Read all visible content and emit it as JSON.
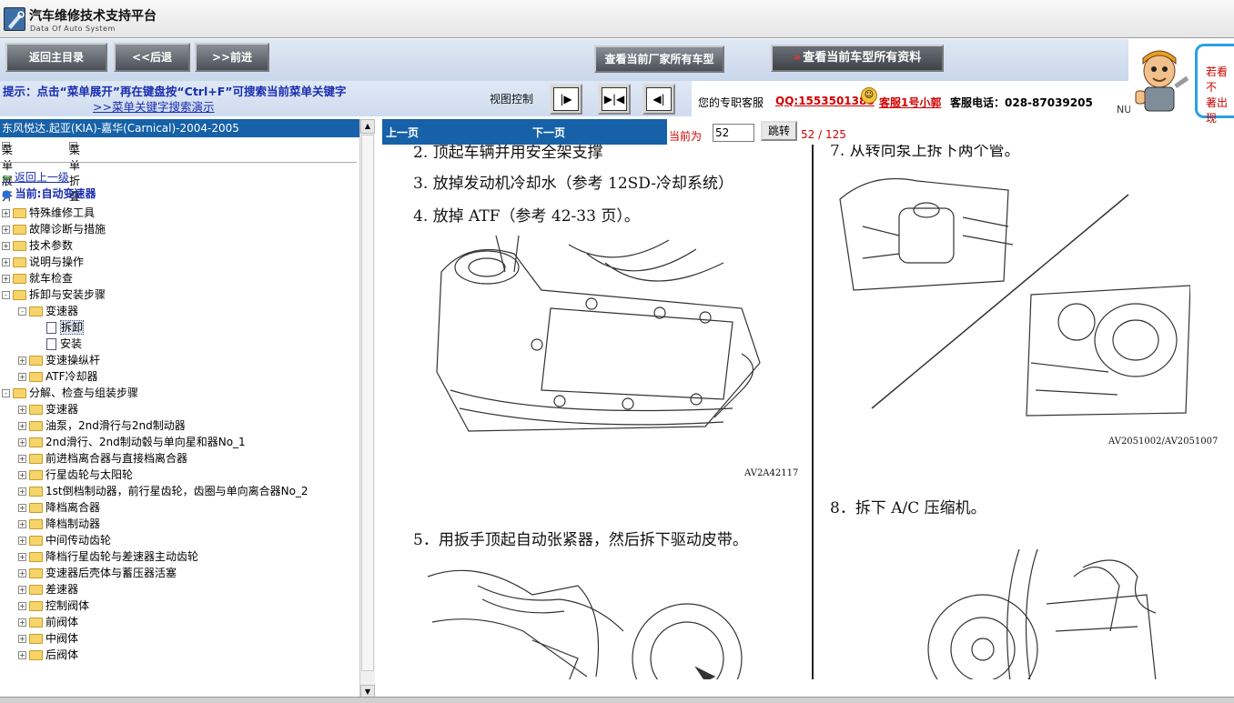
{
  "app": {
    "title": "汽车维修技术支持平台",
    "subtitle": "Data Of Auto System"
  },
  "toolbar": {
    "home": "返回主目录",
    "back": "<<后退",
    "forward": ">>前进",
    "all_models": "查看当前厂家所有车型",
    "all_docs": "查看当前车型所有资料",
    "all_docs_chevron": "»"
  },
  "hint": {
    "text": "提示：点击“菜单展开”再在键盘按“Ctrl+F”可搜索当前菜单关键字",
    "demo_link": ">>菜单关键字搜索演示"
  },
  "view_control": {
    "label": "视图控制"
  },
  "support": {
    "label": "您的专职客服",
    "qq": "QQ:1553501388",
    "name": "客服1号小郭",
    "phone": "客服电话：028-87039205",
    "nu": "NU"
  },
  "ad": {
    "line1": "若看不",
    "line2": "著出现"
  },
  "sidebar": {
    "crumb": "东风悦达.起亚(KIA)-嘉华(Carnical)-2004-2005",
    "expand_all": "菜单展开",
    "collapse_all": "菜单折叠",
    "back_up": "返回上一级",
    "current": "当前:自动变速器",
    "tree": [
      {
        "label": "特殊维修工具",
        "level": 0,
        "type": "folder",
        "exp": "+"
      },
      {
        "label": "故障诊断与措施",
        "level": 0,
        "type": "folder",
        "exp": "+"
      },
      {
        "label": "技术参数",
        "level": 0,
        "type": "folder",
        "exp": "+"
      },
      {
        "label": "说明与操作",
        "level": 0,
        "type": "folder",
        "exp": "+"
      },
      {
        "label": "就车检查",
        "level": 0,
        "type": "folder",
        "exp": "+"
      },
      {
        "label": "拆卸与安装步骤",
        "level": 0,
        "type": "folder",
        "exp": "-"
      },
      {
        "label": "变速器",
        "level": 1,
        "type": "folder",
        "exp": "-"
      },
      {
        "label": "拆卸",
        "level": 2,
        "type": "page",
        "exp": "",
        "selected": true
      },
      {
        "label": "安装",
        "level": 2,
        "type": "page",
        "exp": ""
      },
      {
        "label": "变速操纵杆",
        "level": 1,
        "type": "folder",
        "exp": "+"
      },
      {
        "label": "ATF冷却器",
        "level": 1,
        "type": "folder",
        "exp": "+"
      },
      {
        "label": "分解、检查与组装步骤",
        "level": 0,
        "type": "folder",
        "exp": "-"
      },
      {
        "label": "变速器",
        "level": 1,
        "type": "folder",
        "exp": "+"
      },
      {
        "label": "油泵，2nd滑行与2nd制动器",
        "level": 1,
        "type": "folder",
        "exp": "+"
      },
      {
        "label": "2nd滑行、2nd制动毂与单向星和器No_1",
        "level": 1,
        "type": "folder",
        "exp": "+"
      },
      {
        "label": "前进档离合器与直接档离合器",
        "level": 1,
        "type": "folder",
        "exp": "+"
      },
      {
        "label": "行星齿轮与太阳轮",
        "level": 1,
        "type": "folder",
        "exp": "+"
      },
      {
        "label": "1st倒档制动器，前行星齿轮，齿圈与单向离合器No_2",
        "level": 1,
        "type": "folder",
        "exp": "+"
      },
      {
        "label": "降档离合器",
        "level": 1,
        "type": "folder",
        "exp": "+"
      },
      {
        "label": "降档制动器",
        "level": 1,
        "type": "folder",
        "exp": "+"
      },
      {
        "label": "中间传动齿轮",
        "level": 1,
        "type": "folder",
        "exp": "+"
      },
      {
        "label": "降档行星齿轮与差速器主动齿轮",
        "level": 1,
        "type": "folder",
        "exp": "+"
      },
      {
        "label": "变速器后壳体与蓄压器活塞",
        "level": 1,
        "type": "folder",
        "exp": "+"
      },
      {
        "label": "差速器",
        "level": 1,
        "type": "folder",
        "exp": "+"
      },
      {
        "label": "控制阀体",
        "level": 1,
        "type": "folder",
        "exp": "+"
      },
      {
        "label": "前阀体",
        "level": 1,
        "type": "folder",
        "exp": "+"
      },
      {
        "label": "中阀体",
        "level": 1,
        "type": "folder",
        "exp": "+"
      },
      {
        "label": "后阀体",
        "level": 1,
        "type": "folder",
        "exp": "+"
      }
    ]
  },
  "pager": {
    "prev": "上一页",
    "next": "下一页",
    "current_label": "当前为",
    "current_value": "52",
    "goto": "跳转",
    "count": "52 / 125"
  },
  "doc": {
    "steps_left": [
      {
        "text": "2.        顶起车辆并用安全架支撑"
      },
      {
        "text": "3.        放掉发动机冷却水（参考 12SD-冷却系统）"
      },
      {
        "text": "4.        放掉 ATF（参考 42-33 页）。"
      },
      {
        "text": "5．用扳手顶起自动张紧器，然后拆下驱动皮带。"
      }
    ],
    "steps_right": [
      {
        "text": "7.   从转向泵上拆下两个管。"
      },
      {
        "text": "8．拆下 A/C 压缩机。"
      }
    ],
    "captions": [
      "AV2A42117",
      "AV2051002/AV2051007"
    ]
  }
}
